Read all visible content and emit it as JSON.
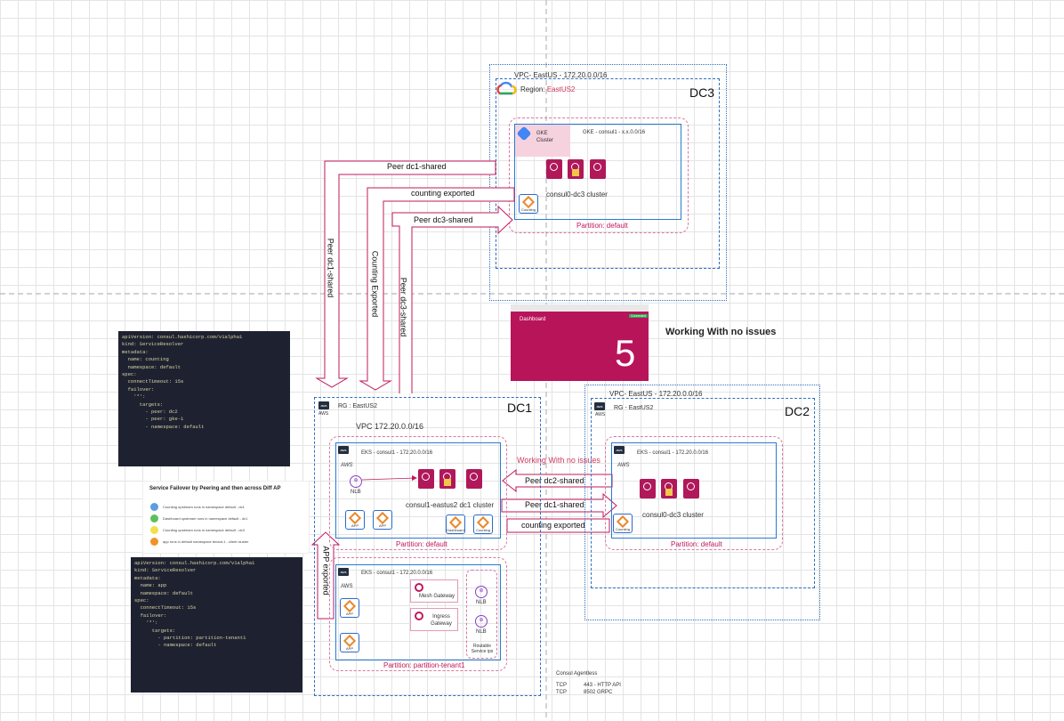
{
  "dc3": {
    "vpc": "VPC- EastUS - 172.20.0.0/16",
    "region_prefix": "Region:",
    "region_value": "EastUS2",
    "title": "DC3",
    "gke_badge": "GKE Cluster",
    "cluster_label": "GKE - consul1 - x.x.0.0/16",
    "cluster_name": "consul0-dc3 cluster",
    "counting": "Counting",
    "partition": "Partition: default"
  },
  "arrows": {
    "peer_dc1_shared": "Peer  dc1-shared",
    "counting_exported": "counting exported",
    "peer_dc3_shared": "Peer dc3-shared",
    "v_peer_dc1_shared": "Peer  dc1-shared",
    "v_counting_exported": "Counting Exported",
    "v_peer_dc3_shared": "Peer dc3-shared",
    "app_exported": "APP exported",
    "dc2_peer_dc2_shared": "Peer dc2-shared",
    "dc2_peer_dc1_shared": "Peer  dc1-shared",
    "dc2_counting_exported": "counting exported"
  },
  "dashboard": {
    "title": "Dashboard",
    "button": "Connected",
    "value": "5",
    "status": "Working With no issues"
  },
  "dc1": {
    "aws": "AWS",
    "rg": "RG : EastUS2",
    "title": "DC1",
    "vpc": "VPC 172.20.0.0/16",
    "eks1_label": "EKS - consul1 - 172.20.0.0/16",
    "aws_small": "AWS",
    "nlb": "NLB",
    "cluster_name": "consul1-eastus2 dc1 cluster",
    "working": "Working With no issues",
    "app1": "APP",
    "app2": "APP",
    "dashboard_tile": "Dashboard",
    "counting_tile": "Counting",
    "partition_default": "Partition: default",
    "eks2_label": "EKS - consul1 - 172.20.0.0/16",
    "mesh_gateway": "Mesh Gateway",
    "ingress_gateway": "Ingress Gateway",
    "nlb2": "NLB",
    "nlb3": "NLB",
    "routable": "Routable Service ips",
    "app3": "APP",
    "app4": "APP",
    "partition_tenant": "Partition: partition-tenant1"
  },
  "dc2": {
    "vpc": "VPC- EastUS - 172.20.0.0/16",
    "aws": "AWS",
    "rg": "RG - EastUS2",
    "title": "DC2",
    "eks_label": "EKS - consul1 - 172.20.0.0/16",
    "aws_small": "AWS",
    "cluster_name": "consul0-dc3 cluster",
    "counting": "Counting",
    "partition": "Partition: default"
  },
  "yaml1": [
    "apiVersion: consul.hashicorp.com/v1alpha1",
    "kind: ServiceResolver",
    "metadata:",
    "  name: counting",
    "  namespace: default",
    "spec:",
    "  connectTimeout: 15s",
    "  failover:",
    "    '*':",
    "      targets:",
    "        - peer: dc2",
    "        - peer: gke-1",
    "        - namespace: default"
  ],
  "legend": {
    "title": "Service Failover by Peering and then across Diff AP",
    "items": [
      {
        "color": "#5b9ee0",
        "text": "Counting upstream runs in namespace default - dc1"
      },
      {
        "color": "#5cc05c",
        "text": "Dashboard upstream runs in namespace default - dc1"
      },
      {
        "color": "#f2e04a",
        "text": "Counting upstream runs in namespace default - dc3"
      },
      {
        "color": "#f0922a",
        "text": "app runs in default namespace tenant-1 - client cluster"
      }
    ]
  },
  "yaml2": [
    "apiVersion: consul.hashicorp.com/v1alpha1",
    "kind: ServiceResolver",
    "metadata:",
    "  name: app",
    "  namespace: default",
    "spec:",
    "  connectTimeout: 15s",
    "  failover:",
    "    '*':",
    "      targets:",
    "        - partition: partition-tenant1",
    "        - namespace: default"
  ],
  "agentless": {
    "title": "Consul Agentless",
    "row1_proto": "TCP",
    "row1_desc": "443 - HTTP API",
    "row2_proto": "TCP",
    "row2_desc": "8502   GRPC"
  }
}
